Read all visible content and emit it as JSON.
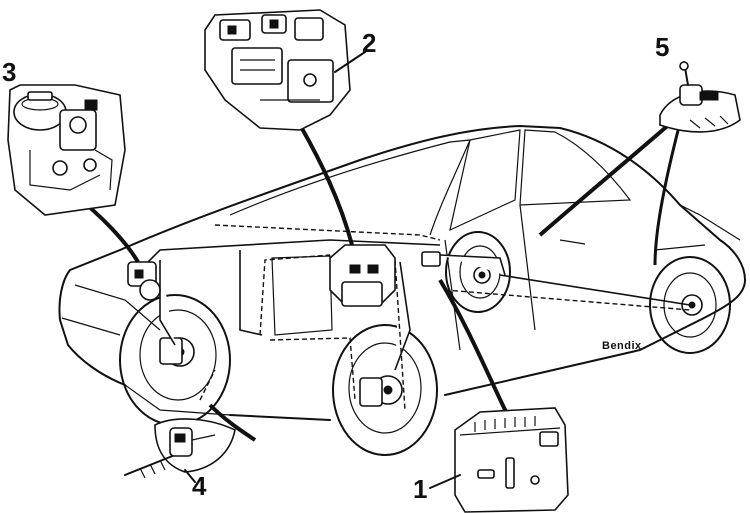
{
  "callouts": {
    "c1": "1",
    "c2": "2",
    "c3": "3",
    "c4": "4",
    "c5": "5"
  },
  "brand_label": "Bendix",
  "colors": {
    "ink": "#111111",
    "background": "#ffffff"
  }
}
